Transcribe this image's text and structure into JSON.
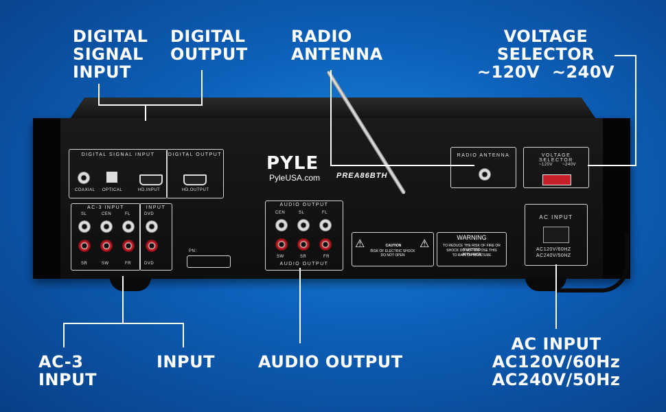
{
  "callouts": {
    "digital_signal_input": [
      "DIGITAL",
      "SIGNAL",
      "INPUT"
    ],
    "digital_output": [
      "DIGITAL",
      "OUTPUT"
    ],
    "radio_antenna": [
      "RADIO",
      "ANTENNA"
    ],
    "voltage_selector": [
      "VOLTAGE",
      "SELECTOR",
      "~120V  ~240V"
    ],
    "ac3_input": [
      "AC-3",
      "INPUT"
    ],
    "input": "INPUT",
    "audio_output": "AUDIO OUTPUT",
    "ac_input": [
      "AC INPUT",
      "AC120V/60Hz",
      "AC240V/50Hz"
    ]
  },
  "device": {
    "brand": "PYLE",
    "website": "PyleUSA.com",
    "model": "PREA86BTH",
    "panels": {
      "digital_signal_input": "DIGITAL SIGNAL INPUT",
      "digital_output": "DIGITAL OUTPUT",
      "coaxial": "COAXIAL",
      "optical": "OPTICAL",
      "hd_input": "HD.INPUT",
      "hd_output": "HD.OUTPUT",
      "ac3_input": "AC-3 INPUT",
      "input": "INPUT",
      "dvd": "DVD",
      "audio_output": "AUDIO OUTPUT",
      "radio_antenna": "RADIO ANTENNA",
      "voltage_selector": "VOLTAGE SELECTOR",
      "v120": "~120V",
      "v240": "~240V",
      "ac_input": "AC INPUT",
      "ac_rating": [
        "AC120V/60Hz",
        "AC240V/50Hz"
      ],
      "pn": "PN:",
      "channels_top": [
        "SL",
        "CEN",
        "FL"
      ],
      "channels_bottom": [
        "SR",
        "SW",
        "FR"
      ],
      "audio_top": [
        "CEN",
        "SL",
        "FL"
      ],
      "audio_bottom": [
        "SW",
        "SR",
        "FR"
      ]
    },
    "caution": [
      "CAUTION",
      "RISK OF ELECTRIC SHOCK",
      "DO NOT OPEN"
    ],
    "warning": [
      "WARNING",
      "TO REDUCE THE RISK OF FIRE OR ELECTRIC",
      "SHOCK DO NOT EXPOSE THIS APPLIANCE",
      "TO RAIN OR MOISTURE"
    ]
  }
}
